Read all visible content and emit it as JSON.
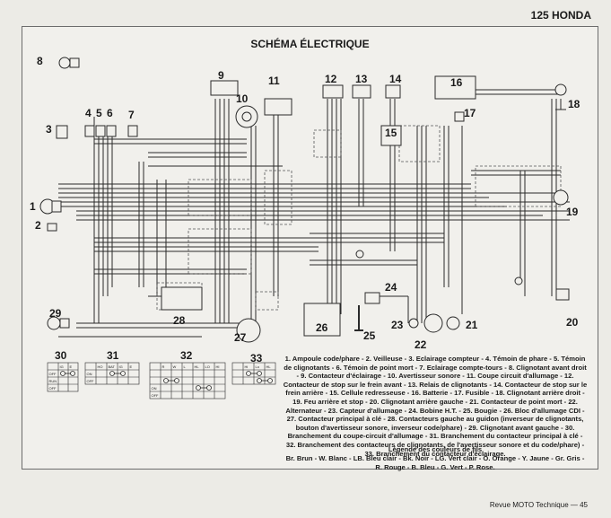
{
  "header": {
    "page_label": "125 HONDA"
  },
  "diagram": {
    "title": "SCHÉMA ÉLECTRIQUE",
    "component_numbers": [
      "1",
      "2",
      "3",
      "4",
      "5",
      "6",
      "7",
      "8",
      "9",
      "10",
      "11",
      "12",
      "13",
      "14",
      "15",
      "16",
      "17",
      "18",
      "19",
      "20",
      "21",
      "22",
      "23",
      "24",
      "25",
      "26",
      "27",
      "28",
      "29",
      "30",
      "31",
      "32",
      "33"
    ],
    "connector_tables": {
      "t30": {
        "rows": [
          [
            "",
            "IG",
            "E"
          ],
          [
            "OFF",
            "",
            ""
          ],
          [
            "RUN",
            "",
            ""
          ],
          [
            "OFF",
            "",
            ""
          ]
        ]
      },
      "t31": {
        "rows": [
          [
            "",
            "HO",
            "BAT",
            "IG",
            "E"
          ],
          [
            "ON",
            "",
            "",
            "",
            ""
          ],
          [
            "OFF",
            "",
            "",
            "",
            ""
          ]
        ]
      },
      "t32": {
        "rows": [
          [
            "",
            "R",
            "W",
            "L",
            "HL",
            "LO",
            "HI"
          ],
          [
            "",
            "",
            "",
            "",
            "",
            "",
            ""
          ],
          [
            "",
            "",
            "",
            "",
            "",
            "",
            ""
          ],
          [
            "ON",
            "",
            "",
            "",
            "",
            "",
            ""
          ],
          [
            "OFF",
            "",
            "",
            "",
            "",
            "",
            ""
          ]
        ]
      },
      "t33": {
        "rows": [
          [
            "",
            "Hi",
            "Lo",
            "HL"
          ],
          [
            "",
            "",
            "",
            ""
          ],
          [
            "",
            "",
            "",
            ""
          ]
        ]
      }
    },
    "colors": {
      "wire": "#2a2a2a",
      "dashed": "#555555",
      "paper": "#f1f0ec"
    }
  },
  "caption": "1. Ampoule code/phare - 2. Veilleuse - 3. Eclairage compteur - 4. Témoin de phare - 5. Témoin de clignotants - 6. Témoin de point mort - 7. Eclairage compte-tours - 8. Clignotant avant droit - 9. Contacteur d'éclairage - 10. Avertisseur sonore - 11. Coupe circuit d'allumage - 12. Contacteur de stop sur le frein avant - 13. Relais de clignotants - 14. Contacteur de stop sur le frein arrière - 15. Cellule redresseuse - 16. Batterie - 17. Fusible - 18. Clignotant arrière droit - 19. Feu arrière et stop - 20. Clignotant arrière gauche - 21. Contacteur de point mort - 22. Alternateur - 23. Capteur d'allumage - 24. Bobine H.T. - 25. Bougie - 26. Bloc d'allumage CDI - 27. Contacteur principal à clé - 28. Contacteurs gauche au guidon (inverseur de clignotants, bouton d'avertisseur sonore, inverseur code/phare) - 29. Clignotant avant gauche - 30. Branchement du coupe-circuit d'allumage - 31. Branchement du contacteur principal à clé - 32. Branchement des contacteurs de clignotants, de l'avertisseur sonore et du code/phare) - 33. Branchement du contacteur d'éclairage.",
  "legend": {
    "title": "Légende des couleurs de fils",
    "text": "Br. Brun - W. Blanc - LB. Bleu clair - Bk. Noir - LG. Vert clair - O. Orange - Y. Jaune - Gr. Gris - R. Rouge - B. Bleu - G. Vert - P. Rose."
  },
  "footer": {
    "text": "Revue MOTO Technique — 45"
  }
}
